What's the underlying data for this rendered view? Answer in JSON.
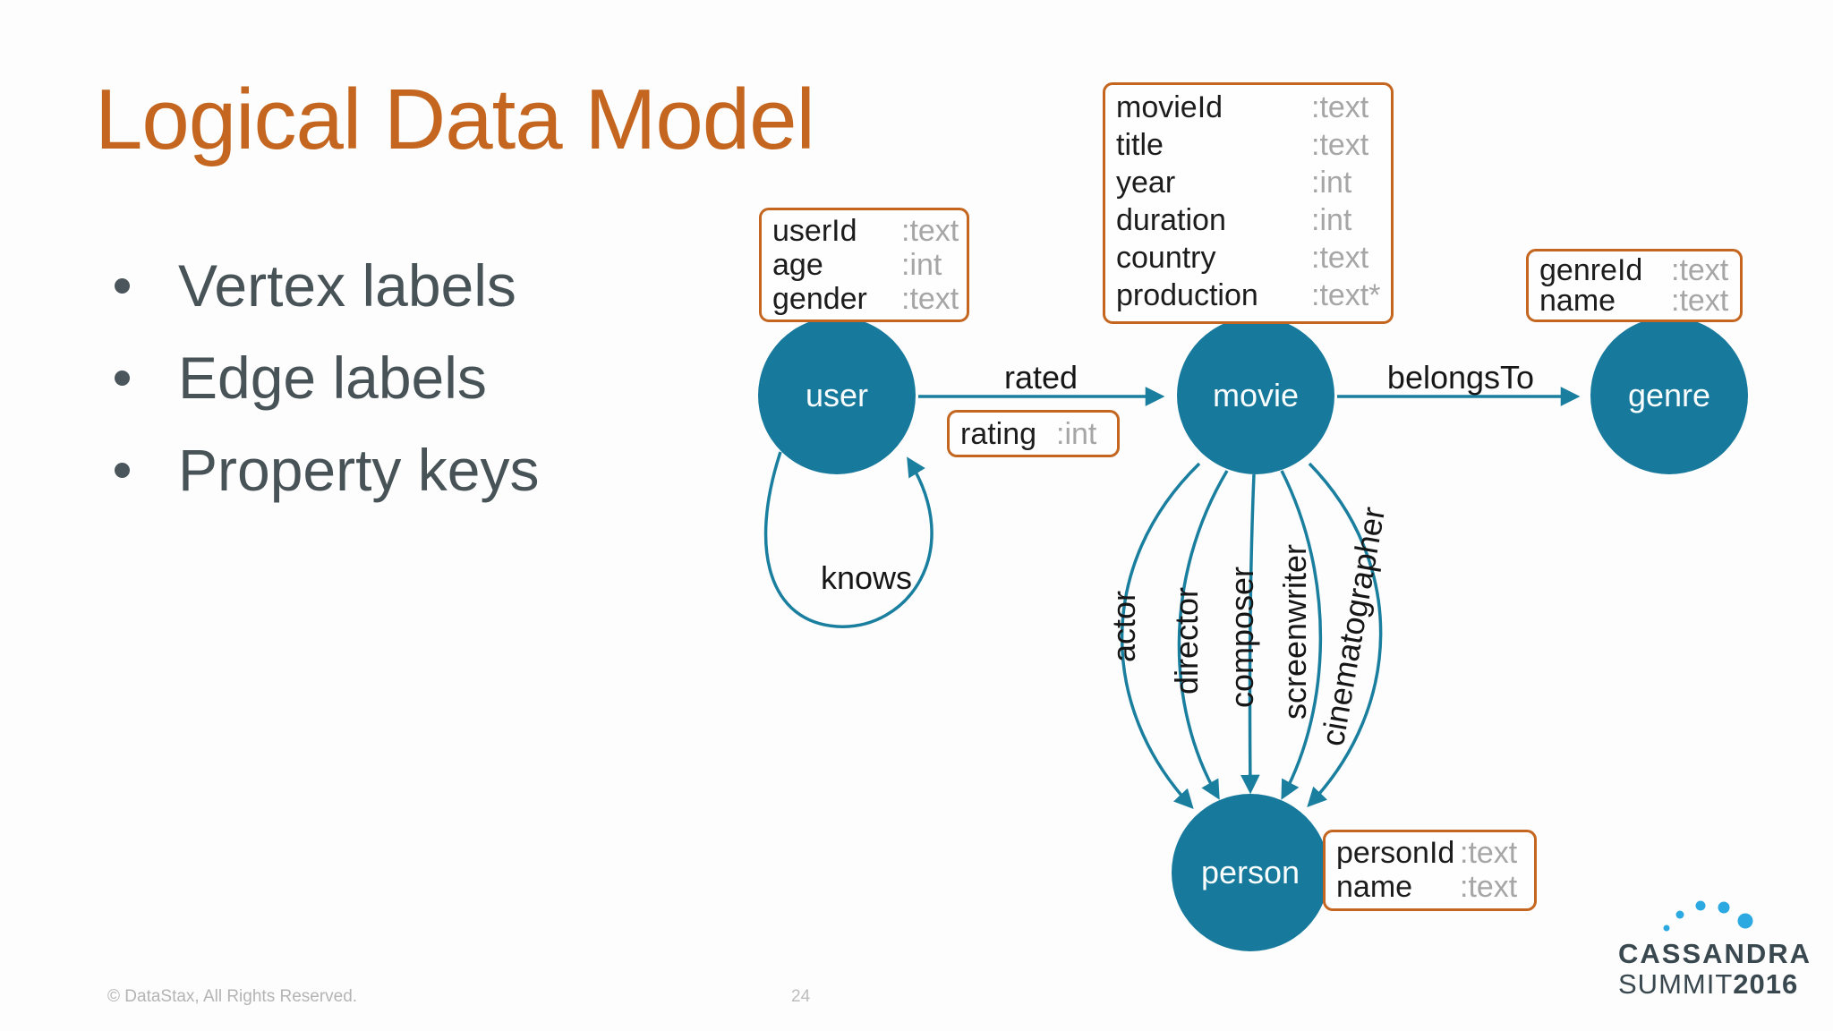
{
  "slide": {
    "title": "Logical Data Model",
    "bullets": [
      "Vertex labels",
      "Edge labels",
      "Property keys"
    ],
    "footer": "© DataStax, All Rights Reserved.",
    "page_number": "24"
  },
  "diagram": {
    "vertices": [
      {
        "id": "user",
        "label": "user"
      },
      {
        "id": "movie",
        "label": "movie"
      },
      {
        "id": "genre",
        "label": "genre"
      },
      {
        "id": "person",
        "label": "person"
      }
    ],
    "edges": [
      {
        "label": "rated",
        "from": "user",
        "to": "movie"
      },
      {
        "label": "belongsTo",
        "from": "movie",
        "to": "genre"
      },
      {
        "label": "knows",
        "from": "user",
        "to": "user"
      },
      {
        "label": "actor",
        "from": "movie",
        "to": "person"
      },
      {
        "label": "director",
        "from": "movie",
        "to": "person"
      },
      {
        "label": "composer",
        "from": "movie",
        "to": "person"
      },
      {
        "label": "screenwriter",
        "from": "movie",
        "to": "person"
      },
      {
        "label": "cinematographer",
        "from": "movie",
        "to": "person"
      }
    ],
    "tables": {
      "user": {
        "rows": [
          {
            "name": "userId",
            "type": ":text"
          },
          {
            "name": "age",
            "type": ":int"
          },
          {
            "name": "gender",
            "type": ":text"
          }
        ]
      },
      "movie": {
        "rows": [
          {
            "name": "movieId",
            "type": ":text"
          },
          {
            "name": "title",
            "type": ":text"
          },
          {
            "name": "year",
            "type": ":int"
          },
          {
            "name": "duration",
            "type": ":int"
          },
          {
            "name": "country",
            "type": ":text"
          },
          {
            "name": "production",
            "type": ":text*"
          }
        ]
      },
      "genre": {
        "rows": [
          {
            "name": "genreId",
            "type": ":text"
          },
          {
            "name": "name",
            "type": ":text"
          }
        ]
      },
      "person": {
        "rows": [
          {
            "name": "personId",
            "type": ":text"
          },
          {
            "name": "name",
            "type": ":text"
          }
        ]
      },
      "rating": {
        "rows": [
          {
            "name": "rating",
            "type": ":int"
          }
        ]
      }
    }
  },
  "logo": {
    "line1": "CASSANDRA",
    "line2_regular": "SUMMIT",
    "line2_bold": "2016"
  },
  "colors": {
    "accent_orange": "#C4661F",
    "node_teal": "#17799B",
    "edge_teal": "#1A7F9F",
    "logo_blue": "#2BA9E0",
    "bullet_text": "#485358"
  }
}
